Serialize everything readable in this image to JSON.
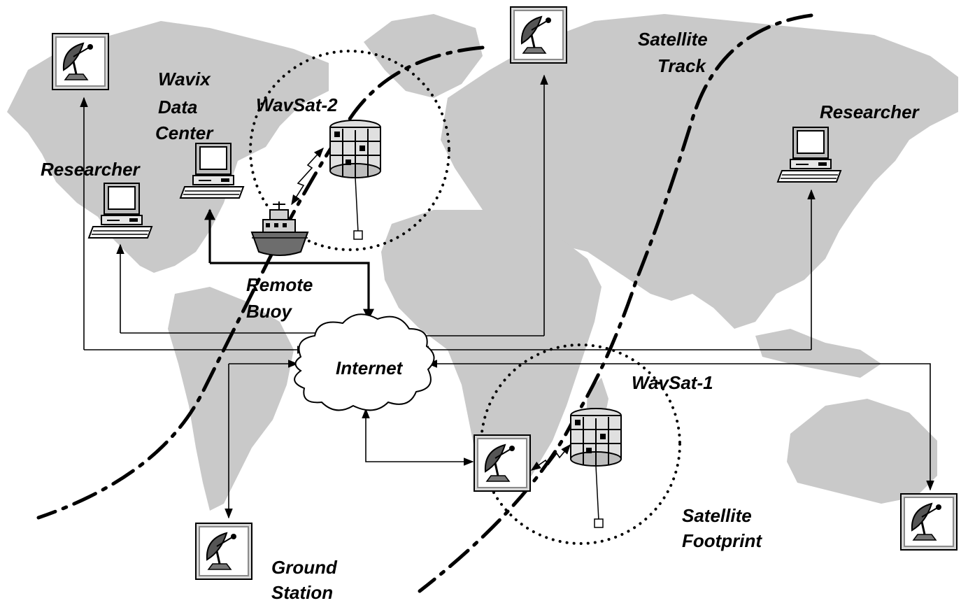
{
  "labels": {
    "wavix_data_center": [
      "Wavix",
      "Data",
      "Center"
    ],
    "researcher_left": "Researcher",
    "researcher_right": "Researcher",
    "wavsat_2": "WavSat-2",
    "wavsat_1": "WavSat-1",
    "satellite_track": [
      "Satellite",
      "Track"
    ],
    "remote_buoy": [
      "Remote",
      "Buoy"
    ],
    "internet": "Internet",
    "ground_station": [
      "Ground",
      "Station"
    ],
    "satellite_footprint": [
      "Satellite",
      "Footprint"
    ]
  },
  "colors": {
    "land": "#c9c9c9",
    "line": "#000000",
    "background": "#ffffff",
    "device_face": "#ffffff"
  },
  "icons": {
    "ground_station": "satellite-dish-icon",
    "computer": "desktop-computer-icon",
    "satellite": "satellite-icon",
    "ship": "ship-icon",
    "cloud": "cloud-icon"
  }
}
